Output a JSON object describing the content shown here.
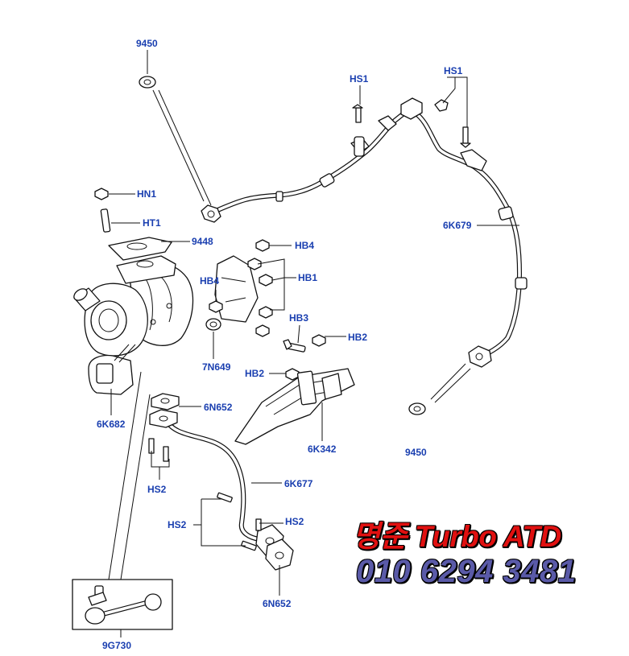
{
  "callouts": {
    "c9450_top": "9450",
    "c9450_right": "9450",
    "hs1_left": "HS1",
    "hs1_right": "HS1",
    "hn1": "HN1",
    "ht1": "HT1",
    "c9448": "9448",
    "hb4_right": "HB4",
    "hb1": "HB1",
    "hb4_left": "HB4",
    "hb3": "HB3",
    "hb2_right": "HB2",
    "hb2_left": "HB2",
    "c7n649": "7N649",
    "c6k679": "6K679",
    "c6k682": "6K682",
    "c6n652_top": "6N652",
    "c6k342": "6K342",
    "hs2_left": "HS2",
    "c6k677": "6K677",
    "hs2_mid": "HS2",
    "hs2_right": "HS2",
    "c6n652_bottom": "6N652",
    "c9g730": "9G730"
  },
  "watermark": {
    "brand": "명준 Turbo ATD",
    "phone": "010 6294 3481"
  },
  "colors": {
    "callout": "#1a3fb0",
    "brand": "#e01010",
    "phone": "#5a5aa8",
    "line": "#111111"
  }
}
